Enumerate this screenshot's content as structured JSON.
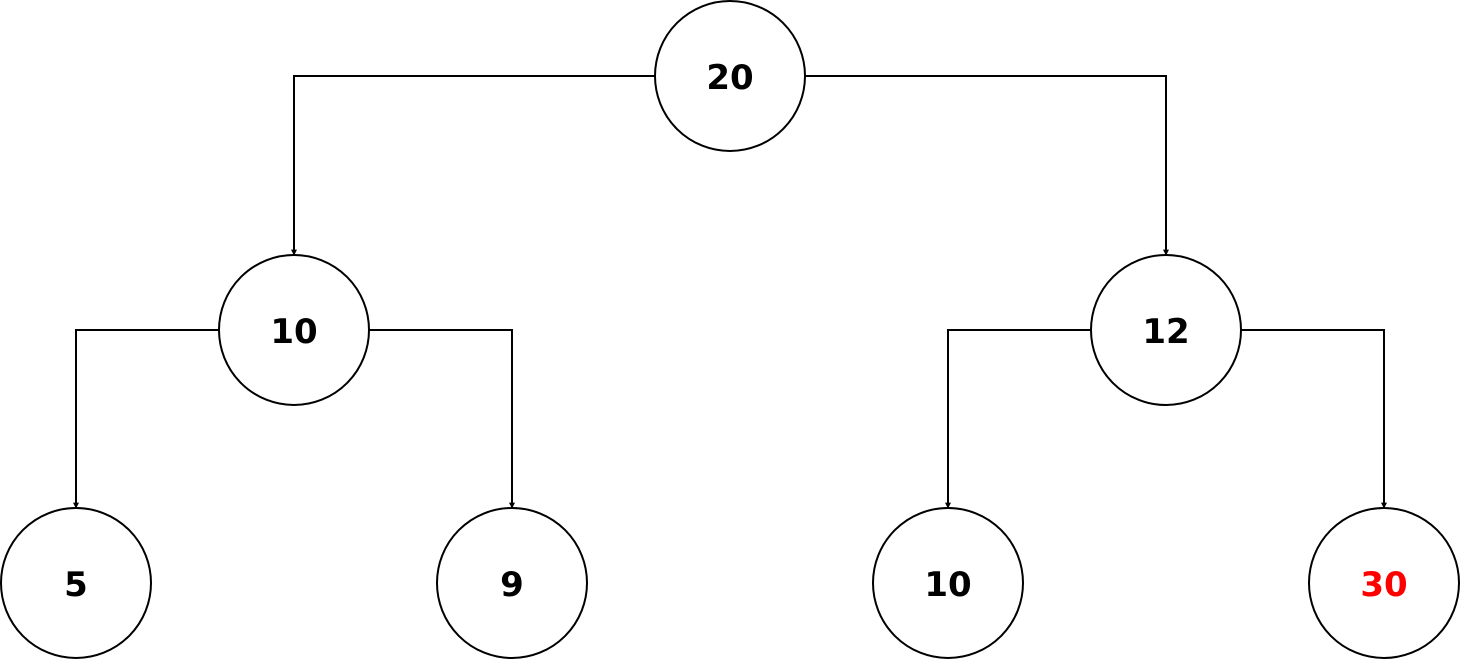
{
  "colors": {
    "stroke": "#000000",
    "fill": "#ffffff",
    "text_default": "#000000",
    "text_highlight": "#ff0000"
  },
  "tree": {
    "nodes": [
      {
        "id": "root",
        "label": "20",
        "highlight": false
      },
      {
        "id": "left",
        "label": "10",
        "highlight": false
      },
      {
        "id": "right",
        "label": "12",
        "highlight": false
      },
      {
        "id": "left-left",
        "label": "5",
        "highlight": false
      },
      {
        "id": "left-right",
        "label": "9",
        "highlight": false
      },
      {
        "id": "right-left",
        "label": "10",
        "highlight": false
      },
      {
        "id": "right-right",
        "label": "30",
        "highlight": true
      }
    ],
    "edges": [
      {
        "from": "root",
        "to": "left"
      },
      {
        "from": "root",
        "to": "right"
      },
      {
        "from": "left",
        "to": "left-left"
      },
      {
        "from": "left",
        "to": "left-right"
      },
      {
        "from": "right",
        "to": "right-left"
      },
      {
        "from": "right",
        "to": "right-right"
      }
    ]
  }
}
